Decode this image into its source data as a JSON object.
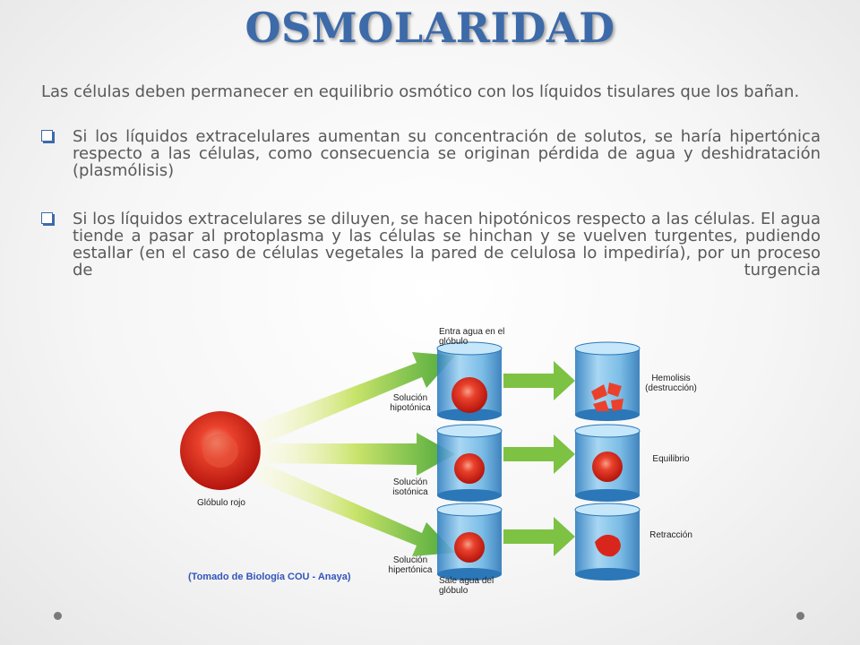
{
  "slide": {
    "title": "OSMOLARIDAD",
    "intro": "Las células deben permanecer en equilibrio osmótico con los líquidos tisulares que los bañan.",
    "bullets": [
      {
        "text": "Si los líquidos extracelulares aumentan su concentración de solutos, se haría hipertónica respecto a las células, como consecuencia se originan pérdida de agua y deshidratación (plasmólisis)"
      },
      {
        "text": "Si los líquidos extracelulares se diluyen, se hacen hipotónicos respecto a las células. El agua tiende a pasar al protoplasma y las células se hinchan y se vuelven turgentes, pudiendo estallar (en el caso de células vegetales la pared de celulosa lo impediría), por un proceso de turgencia"
      }
    ]
  },
  "figure": {
    "cell_label": "Glóbulo rojo",
    "top_note": "Entra agua en el glóbulo",
    "bottom_note": "Sale agua del glóbulo",
    "solutions": [
      "Solución hipotónica",
      "Solución isotónica",
      "Solución hipertónica"
    ],
    "results": [
      "Hemolisis (destrucción)",
      "Equilibrio",
      "Retracción"
    ],
    "caption": "(Tomado de Biología COU - Anaya)"
  },
  "colors": {
    "title": "#3d6aa8",
    "body_text": "#595959",
    "arrow_green": "#7dc242",
    "cell_red": "#d9261c",
    "beaker_blue": "#5aa7d8",
    "caption_blue": "#3355bb"
  }
}
